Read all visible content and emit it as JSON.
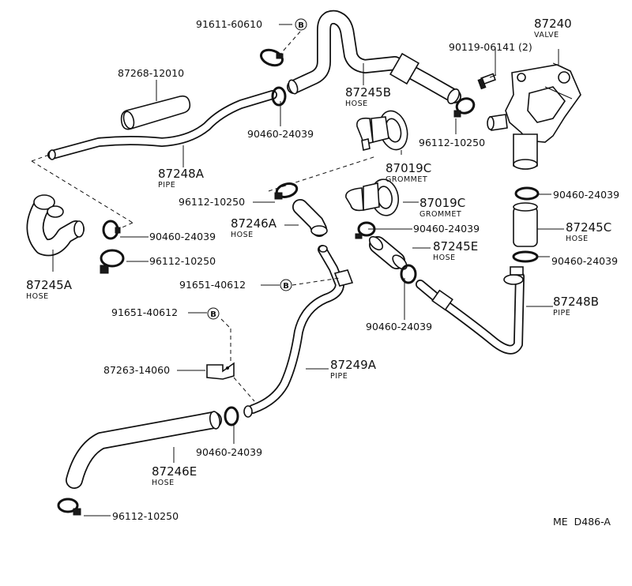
{
  "callouts": {
    "c1": {
      "number": "91611-60610",
      "ref": "B"
    },
    "c2": {
      "number": "87268-12010"
    },
    "c3": {
      "number": "90460-24039"
    },
    "c4": {
      "number": "87248A",
      "desc": "PIPE"
    },
    "c5": {
      "number": "87245B",
      "desc": "HOSE"
    },
    "c6": {
      "number": "90119-06141 (2)"
    },
    "c7": {
      "number": "87240",
      "desc": "VALVE"
    },
    "c8": {
      "number": "96112-10250"
    },
    "c9": {
      "number": "87019C",
      "desc": "GROMMET"
    },
    "c10": {
      "number": "96112-10250"
    },
    "c11": {
      "number": "87246A",
      "desc": "HOSE"
    },
    "c12": {
      "number": "87019C",
      "desc": "GROMMET"
    },
    "c13": {
      "number": "90460-24039"
    },
    "c14": {
      "number": "90460-24039"
    },
    "c15": {
      "number": "90460-24039"
    },
    "c16": {
      "number": "87245C",
      "desc": "HOSE"
    },
    "c17": {
      "number": "87245E",
      "desc": "HOSE"
    },
    "c18": {
      "number": "96112-10250"
    },
    "c19": {
      "number": "90460-24039"
    },
    "c20": {
      "number": "87245A",
      "desc": "HOSE"
    },
    "c21": {
      "number": "91651-40612",
      "ref": "B"
    },
    "c22": {
      "number": "87248B",
      "desc": "PIPE"
    },
    "c23": {
      "number": "91651-40612",
      "ref": "B"
    },
    "c24": {
      "number": "90460-24039"
    },
    "c25": {
      "number": "87263-14060"
    },
    "c26": {
      "number": "87249A",
      "desc": "PIPE"
    },
    "c27": {
      "number": "90460-24039"
    },
    "c28": {
      "number": "87246E",
      "desc": "HOSE"
    },
    "c29": {
      "number": "96112-10250"
    }
  },
  "footer": {
    "code": "ME  D486-A"
  }
}
